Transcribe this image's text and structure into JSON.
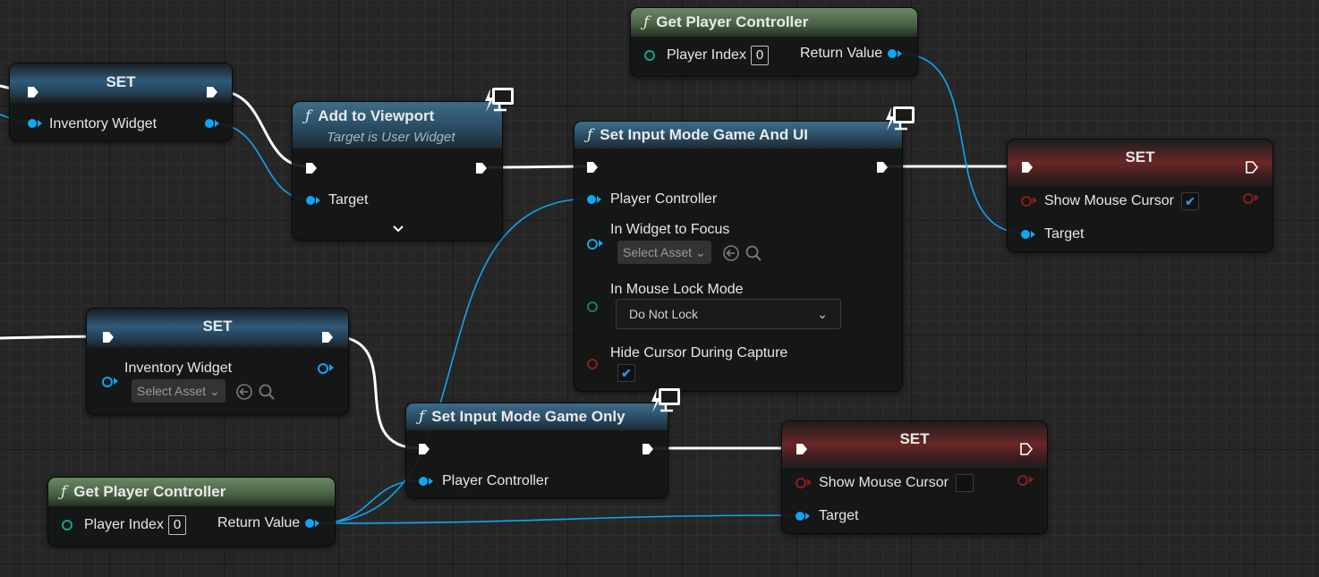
{
  "colors": {
    "exec_wire": "#ffffff",
    "object_wire": "#0ea6f2",
    "bool_pin": "#8e1c1c",
    "int_pin": "#19a08f",
    "function_header": "#4a6446",
    "set_header": "#2f5a79",
    "bool_set_header": "#6a2626"
  },
  "icons": {
    "function": "function-f-icon",
    "client_only": "monitor-lightning-icon",
    "expand": "chevron-down-icon",
    "browse": "arrow-left-circle-icon",
    "search": "search-icon"
  },
  "nodes": {
    "set_inventory_top": {
      "title": "SET",
      "var_label": "Inventory Widget"
    },
    "add_to_viewport": {
      "title": "Add to Viewport",
      "subtitle": "Target is User Widget",
      "target_label": "Target"
    },
    "get_pc_top": {
      "title": "Get Player Controller",
      "index_label": "Player Index",
      "index_value": "0",
      "return_label": "Return Value"
    },
    "input_game_ui": {
      "title": "Set Input Mode Game And UI",
      "pc_label": "Player Controller",
      "focus_label": "In Widget to Focus",
      "focus_value": "Select Asset",
      "lock_label": "In Mouse Lock Mode",
      "lock_value": "Do Not Lock",
      "hide_label": "Hide Cursor During Capture",
      "hide_checked": "✔"
    },
    "set_cursor_top": {
      "title": "SET",
      "cursor_label": "Show Mouse Cursor",
      "cursor_checked": "✔",
      "target_label": "Target"
    },
    "set_inventory_mid": {
      "title": "SET",
      "var_label": "Inventory Widget",
      "asset_value": "Select Asset"
    },
    "input_game_only": {
      "title": "Set Input Mode Game Only",
      "pc_label": "Player Controller"
    },
    "set_cursor_bottom": {
      "title": "SET",
      "cursor_label": "Show Mouse Cursor",
      "cursor_checked": "",
      "target_label": "Target"
    },
    "get_pc_bottom": {
      "title": "Get Player Controller",
      "index_label": "Player Index",
      "index_value": "0",
      "return_label": "Return Value"
    }
  }
}
